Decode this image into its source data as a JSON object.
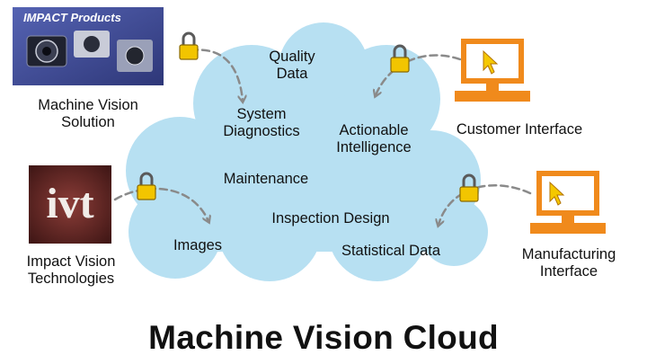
{
  "title": "Machine Vision Cloud",
  "colors": {
    "cloud_fill": "#b7e0f2",
    "arrow": "#8a8a8a",
    "lock_body": "#f2c500",
    "terminal_orange": "#f08a1c",
    "cursor_fill": "#f5c800",
    "ivt_bg": "#6a2a28",
    "photo_bg": "#4a57a8"
  },
  "sources": {
    "impact_products": {
      "logo_text": "IMPACT Products",
      "label_line1": "Machine Vision",
      "label_line2": "Solution"
    },
    "ivt": {
      "logo_text": "ivt",
      "label_line1": "Impact Vision",
      "label_line2": "Technologies"
    },
    "customer": {
      "label_line1": "Customer Interface"
    },
    "manufacturing": {
      "label_line1": "Manufacturing",
      "label_line2": "Interface"
    }
  },
  "cloud_items": {
    "quality_line1": "Quality",
    "quality_line2": "Data",
    "system_line1": "System",
    "system_line2": "Diagnostics",
    "actionable_line1": "Actionable",
    "actionable_line2": "Intelligence",
    "maintenance": "Maintenance",
    "inspection": "Inspection Design",
    "images": "Images",
    "statistical": "Statistical Data"
  },
  "icons": {
    "lock": "padlock-icon",
    "terminal": "computer-terminal-icon",
    "cursor": "arrow-cursor-icon"
  }
}
